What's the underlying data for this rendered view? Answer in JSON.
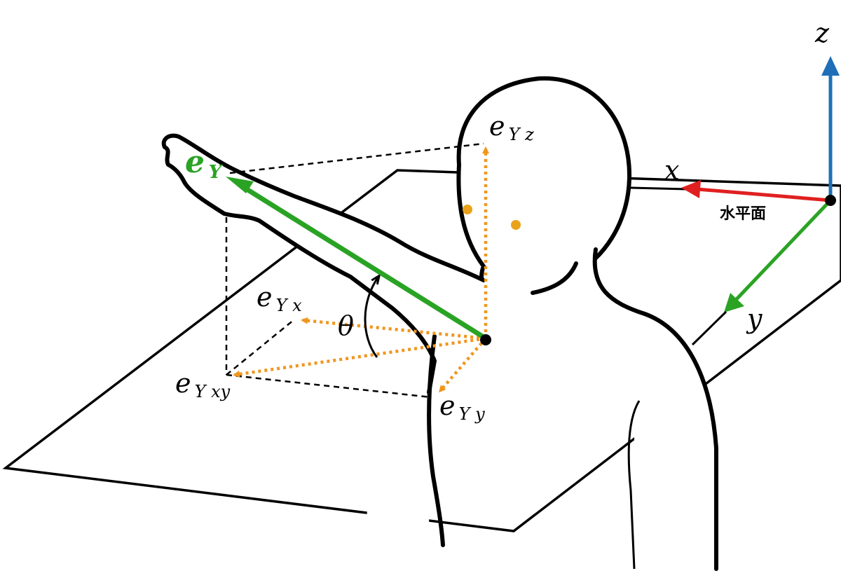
{
  "colors": {
    "outline": "#000000",
    "x_axis": "#e02020",
    "y_axis": "#2aa324",
    "z_axis": "#1e6fb8",
    "e_vector": "#2aa324",
    "projection": "#f0961e",
    "marker": "#e9a21a"
  },
  "axes": {
    "x_label": "x",
    "y_label": "y",
    "z_label": "z"
  },
  "plane_label": "水平面",
  "vector": {
    "base": "e",
    "sub": "Y"
  },
  "components": {
    "z": {
      "base": "e",
      "sub": "Y z"
    },
    "x": {
      "base": "e",
      "sub": "Y x"
    },
    "y": {
      "base": "e",
      "sub": "Y y"
    },
    "xy": {
      "base": "e",
      "sub": "Y xy"
    }
  },
  "angle_label": "θ"
}
